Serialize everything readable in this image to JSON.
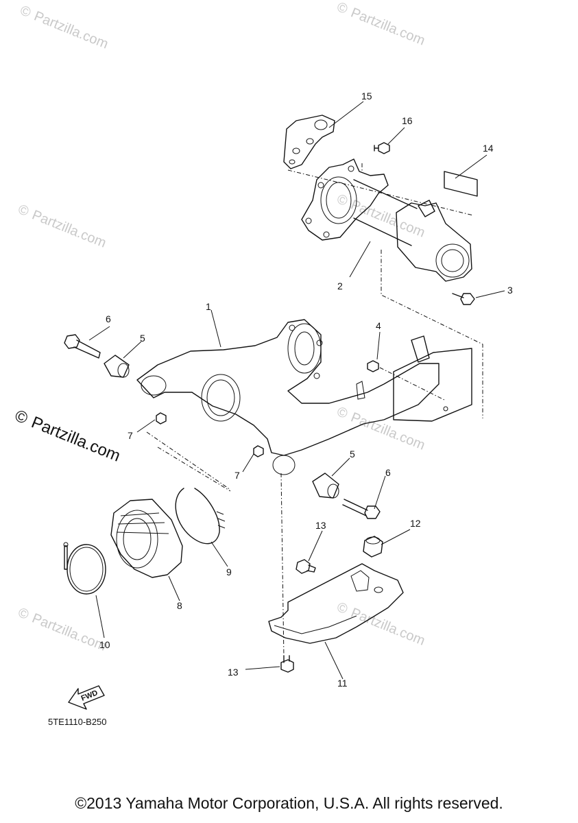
{
  "watermark_text": "Partzilla.com",
  "watermark_symbol": "©",
  "diagram_code": "5TE1110-B250",
  "fwd_label": "FWD",
  "copyright": "©2013 Yamaha Motor Corporation, U.S.A. All rights reserved.",
  "callouts": {
    "c1": "1",
    "c2": "2",
    "c3": "3",
    "c4": "4",
    "c5a": "5",
    "c5b": "5",
    "c6a": "6",
    "c6b": "6",
    "c7a": "7",
    "c7b": "7",
    "c8": "8",
    "c9": "9",
    "c10": "10",
    "c11": "11",
    "c12": "12",
    "c13a": "13",
    "c13b": "13",
    "c14": "14",
    "c15": "15",
    "c16": "16"
  }
}
